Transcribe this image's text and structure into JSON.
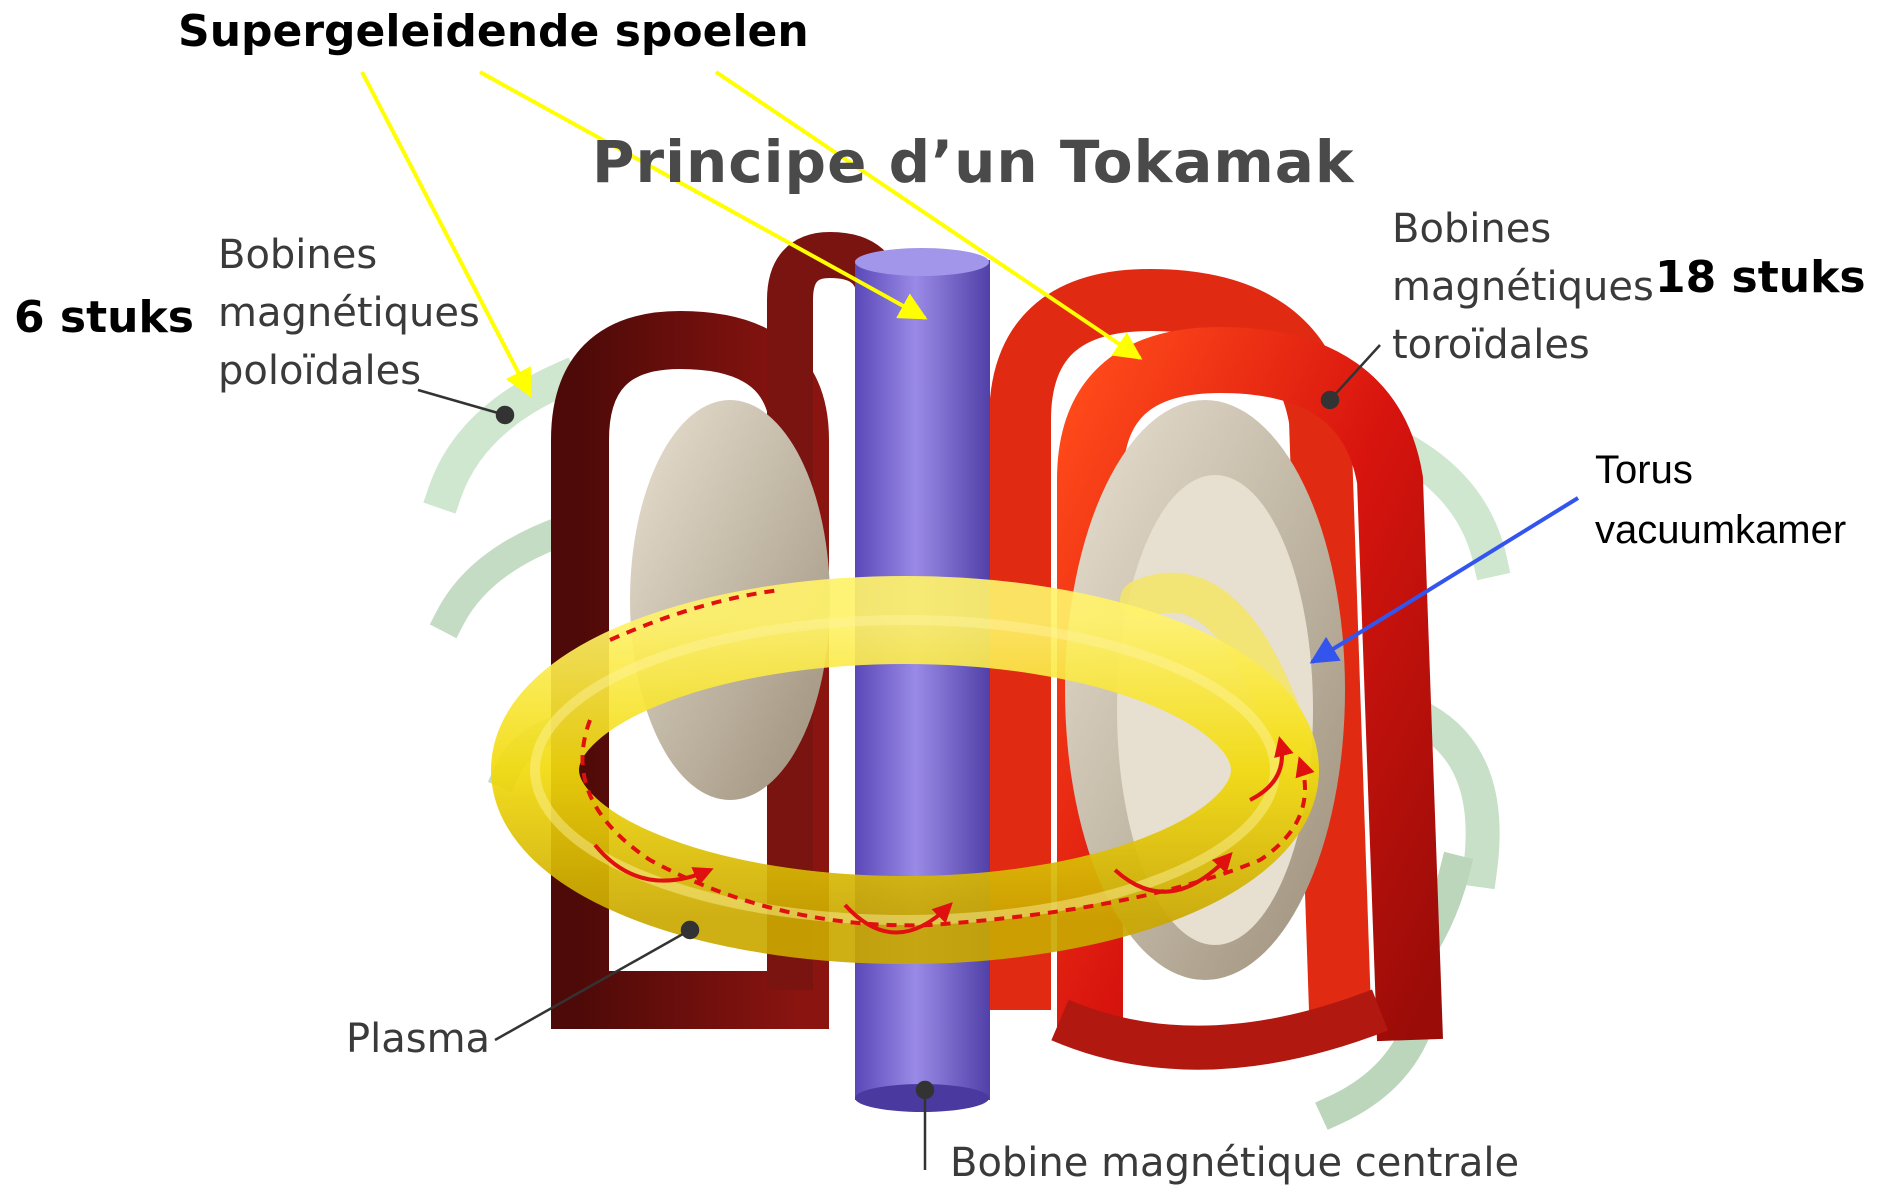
{
  "callouts": {
    "superconducting": "Supergeleidende spoelen",
    "count_poloidal": "6 stuks",
    "count_toroidal": "18 stuks",
    "torus": [
      "Torus",
      "vacuumkamer"
    ]
  },
  "diagram": {
    "title": "Principe d’un Tokamak",
    "poloidal_label": [
      "Bobines",
      "magnétiques",
      "poloïdales"
    ],
    "toroidal_label": [
      "Bobines",
      "magnétiques",
      "toroïdales"
    ],
    "plasma_label": "Plasma",
    "central_label": "Bobine magnétique centrale"
  },
  "colors": {
    "arrow_yellow": "#ffff00",
    "arrow_blue": "#3355ee",
    "toroidal_coil": "#c8140e",
    "toroidal_coil_dark": "#6e0f0c",
    "central_solenoid": "#8878d8",
    "plasma": "#f0dc10",
    "poloidal_coil": "#cfe6cf",
    "current_path": "#e01010"
  }
}
